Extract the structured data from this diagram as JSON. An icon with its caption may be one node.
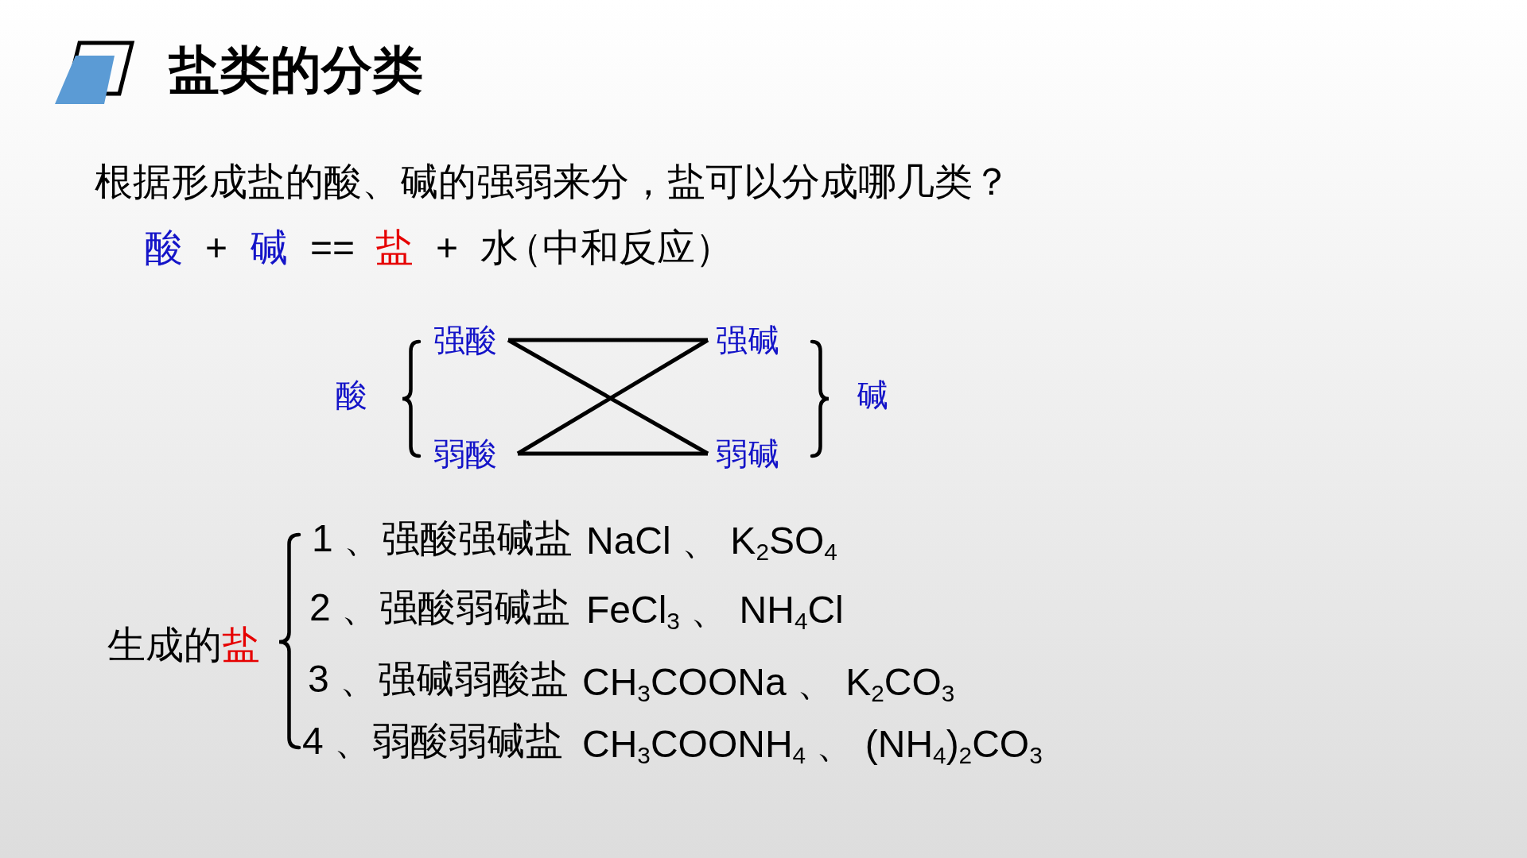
{
  "diagram": {
    "title": "盐类的分类",
    "nodes": [
      {
        "text": [
          "强酸"
        ]
      },
      {
        "text": [
          "弱酸"
        ]
      },
      {
        "text": [
          "强碱"
        ]
      },
      {
        "text": [
          "弱碱"
        ]
      }
    ],
    "edges": [
      {
        "from": 0,
        "to": 2,
        "arrow": "none"
      },
      {
        "from": 0,
        "to": 3,
        "arrow": "none"
      },
      {
        "from": 1,
        "to": 2,
        "arrow": "none"
      },
      {
        "from": 1,
        "to": 3,
        "arrow": "none"
      }
    ],
    "labels": [
      "根据形成盐的酸、碱的强弱来分，盐可以分成哪几类？",
      "酸",
      "+",
      "碱",
      "==",
      "盐",
      "+",
      "水",
      "（中和反应）",
      "酸",
      "碱",
      "生成的",
      "盐",
      "1 、强酸强碱盐",
      "NaCl 、 K$_{2}$SO$_{4}$",
      "2 、强酸弱碱盐",
      "FeCl$_{3}$ 、 NH$_{4}$Cl",
      "3 、强碱弱酸盐",
      "CH$_{3}$COONa 、 K$_{2}$CO$_{3}$",
      "4 、弱酸弱碱盐",
      "CH$_{3}$COONH$_{4}$ 、 (NH$_{4}$)$_{2}$CO$_{3}$"
    ]
  }
}
